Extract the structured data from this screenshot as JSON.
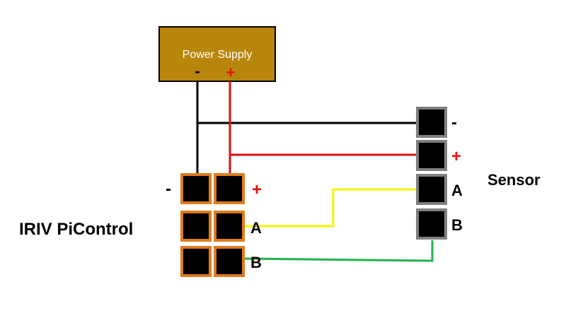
{
  "power_supply": {
    "title": "Power Supply",
    "minus": "-",
    "plus": "+",
    "fill_color": "#b8860b",
    "minus_color": "#000000",
    "plus_color": "#e01010"
  },
  "picontrol": {
    "name": "IRIV PiControl",
    "terminal_border_color": "#e07b20",
    "labels": {
      "minus": "-",
      "plus": "+",
      "a": "A",
      "b": "B"
    }
  },
  "sensor": {
    "name": "Sensor",
    "terminal_border_color": "#808080",
    "labels": {
      "minus": "-",
      "plus": "+",
      "a": "A",
      "b": "B"
    }
  },
  "wires": {
    "ground_color": "#000000",
    "power_color": "#e01010",
    "a_color": "#f5f500",
    "b_color": "#22b14c"
  }
}
